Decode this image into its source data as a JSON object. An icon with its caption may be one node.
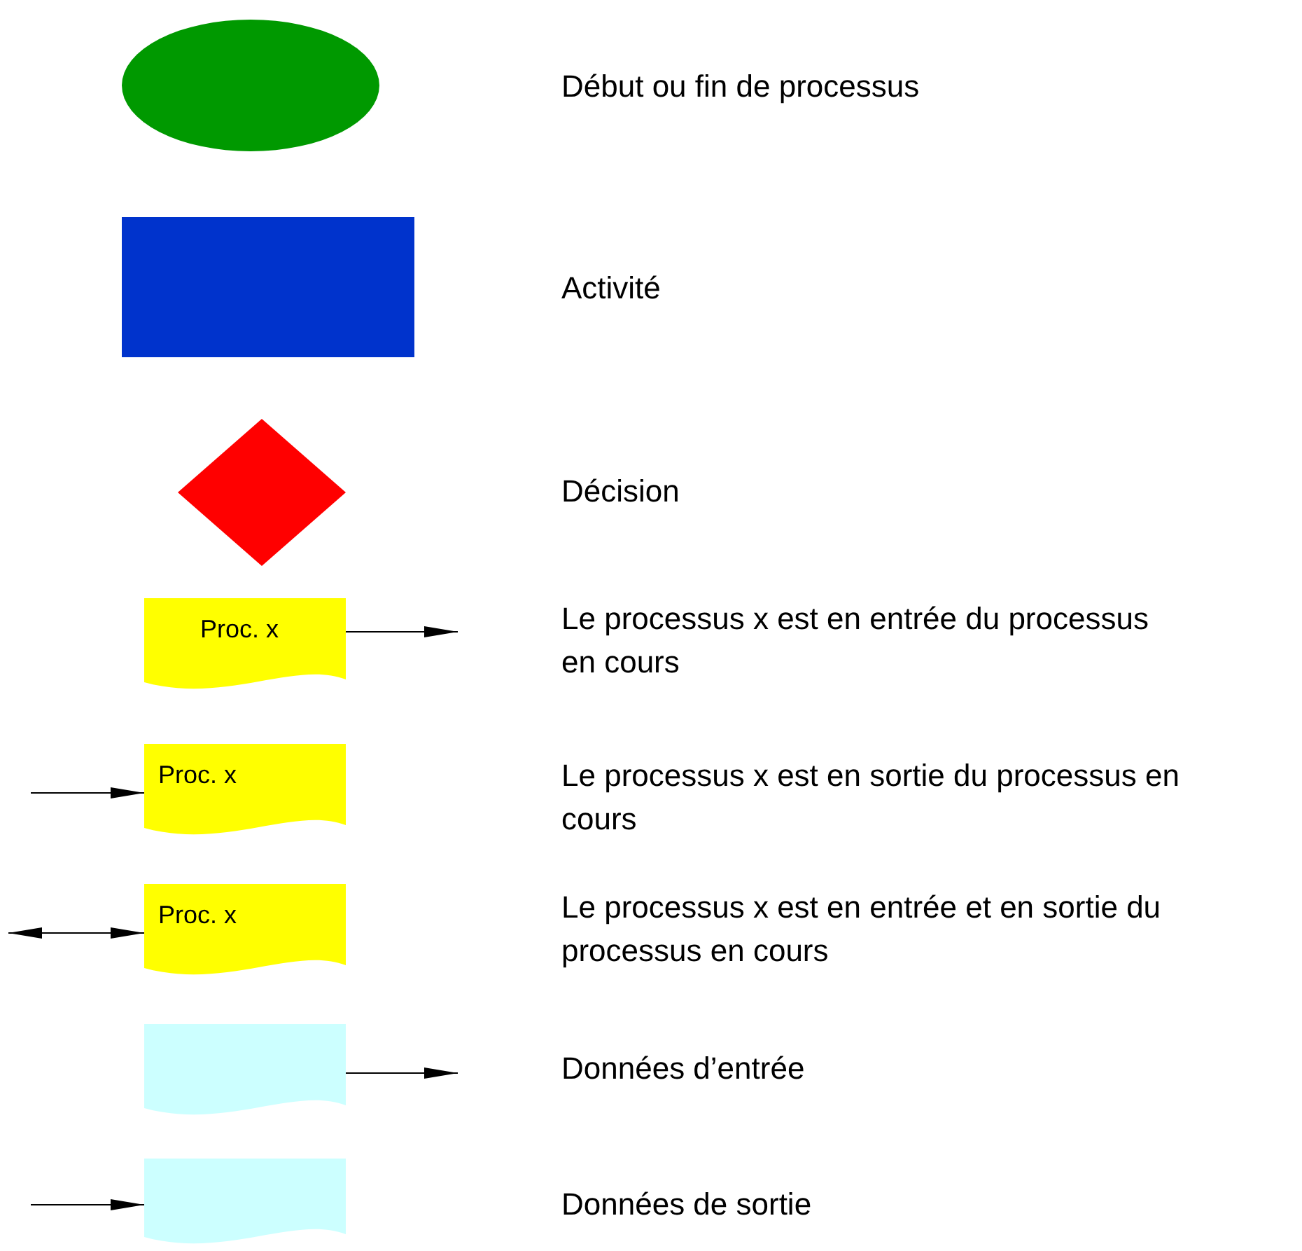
{
  "diagram": {
    "nodes": [
      {
        "text": [],
        "shape": "ellipse"
      },
      {
        "text": [],
        "shape": "box"
      },
      {
        "text": [],
        "shape": "diamond"
      },
      {
        "text": [
          "Proc. x"
        ]
      },
      {
        "text": [
          "Proc. x"
        ]
      },
      {
        "text": [
          "Proc. x"
        ]
      },
      {
        "text": [],
        "shape": "document"
      },
      {
        "text": [],
        "shape": "document"
      }
    ],
    "edges": [
      {
        "from": 3,
        "to": null,
        "arrow": "to"
      },
      {
        "from": null,
        "to": 4,
        "arrow": "to"
      },
      {
        "from": null,
        "to": 5,
        "arrow": "both"
      },
      {
        "from": 6,
        "to": null,
        "arrow": "to"
      },
      {
        "from": null,
        "to": 7,
        "arrow": "to"
      }
    ],
    "labels": [
      "Début ou fin de processus",
      "Activité",
      "Décision",
      "Le processus x est en entrée du processus en cours",
      "Le processus x est en sortie du processus en cours",
      "Le processus x est en entrée et en sortie du processus en cours",
      "Données d’entrée",
      "Données de sortie"
    ]
  }
}
